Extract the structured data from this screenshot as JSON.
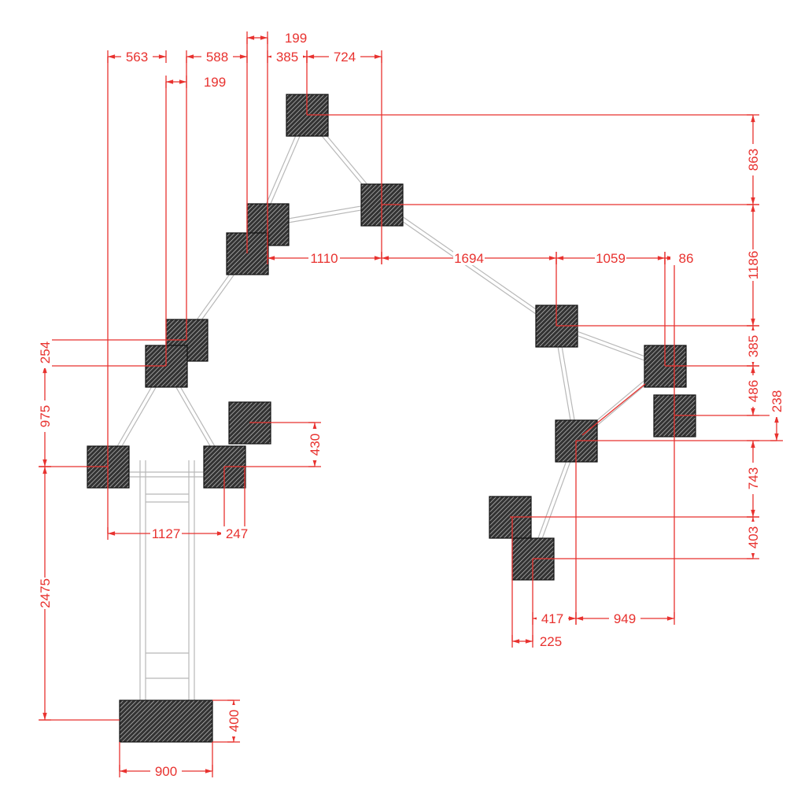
{
  "drawing": {
    "colors": {
      "dimension": "#e8322f",
      "frame": "#b8b8b8",
      "block": "#222222"
    },
    "dimensions": {
      "top_563": "563",
      "top_588": "588",
      "top_385": "385",
      "top_724": "724",
      "top_199_upper": "199",
      "top_199_lower": "199",
      "mid_1110": "1110",
      "mid_1694": "1694",
      "mid_1059": "1059",
      "mid_86": "86",
      "right_863": "863",
      "right_1186": "1186",
      "right_385": "385",
      "right_486": "486",
      "right_238": "238",
      "right_743": "743",
      "right_403": "403",
      "left_254": "254",
      "left_975": "975",
      "left_2475": "2475",
      "left_430": "430",
      "bottom_1127": "1127",
      "bottom_247": "247",
      "bottom_417": "417",
      "bottom_949": "949",
      "bottom_225": "225",
      "base_900": "900",
      "base_400": "400"
    }
  }
}
